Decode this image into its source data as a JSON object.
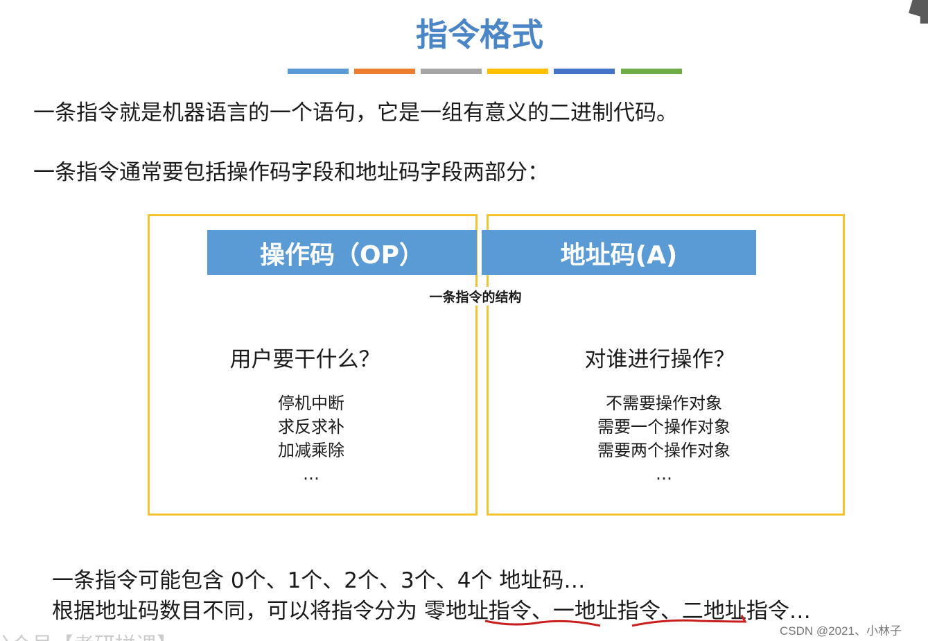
{
  "title": "指令格式",
  "color_bars": [
    "#5b9bd5",
    "#ed7d31",
    "#a5a5a5",
    "#ffc000",
    "#4472c4",
    "#70ad47"
  ],
  "intro": [
    "一条指令就是机器语言的一个语句，它是一组有意义的二进制代码。",
    "一条指令通常要包括操作码字段和地址码字段两部分："
  ],
  "diagram": {
    "op_label": "操作码（OP）",
    "addr_label": "地址码(A)",
    "caption": "一条指令的结构",
    "left": {
      "question": "用户要干什么？",
      "items": [
        "停机中断",
        "求反求补",
        "加减乘除",
        "…"
      ]
    },
    "right": {
      "question": "对谁进行操作？",
      "items": [
        "不需要操作对象",
        "需要一个操作对象",
        "需要两个操作对象",
        "…"
      ]
    }
  },
  "bottom": {
    "line1": "一条指令可能包含 0个、1个、2个、3个、4个 地址码…",
    "line2_prefix": "根据地址码数目不同，可以将指令分为 ",
    "zero": "零地址指令",
    "sep": "、",
    "one": "一地址指令",
    "two_rest": "二地址指令…"
  },
  "watermark_bottom": "公众号【考研拼课】",
  "watermark_csdn": "CSDN @2021、小林子"
}
